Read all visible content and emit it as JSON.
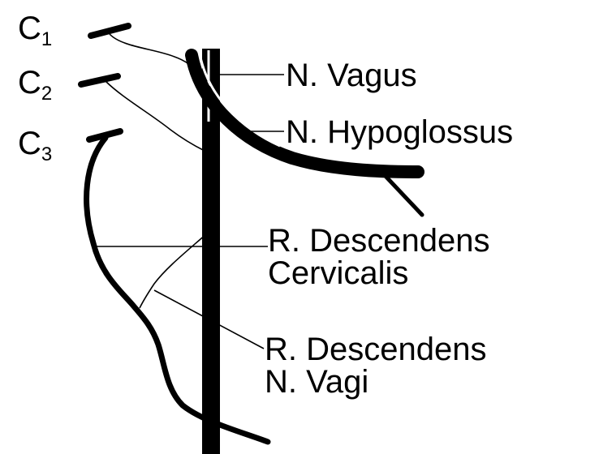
{
  "roots": [
    {
      "letter": "C",
      "number": "1"
    },
    {
      "letter": "C",
      "number": "2"
    },
    {
      "letter": "C",
      "number": "3"
    }
  ],
  "labels": {
    "vagus": "N. Vagus",
    "hypoglossus": "N. Hypoglossus",
    "desc_cervicalis_line1": "R. Descendens",
    "desc_cervicalis_line2": "Cervicalis",
    "desc_vagi_line1": "R. Descendens",
    "desc_vagi_line2": "N. Vagi"
  },
  "colors": {
    "ink": "#000000",
    "background": "#ffffff"
  }
}
